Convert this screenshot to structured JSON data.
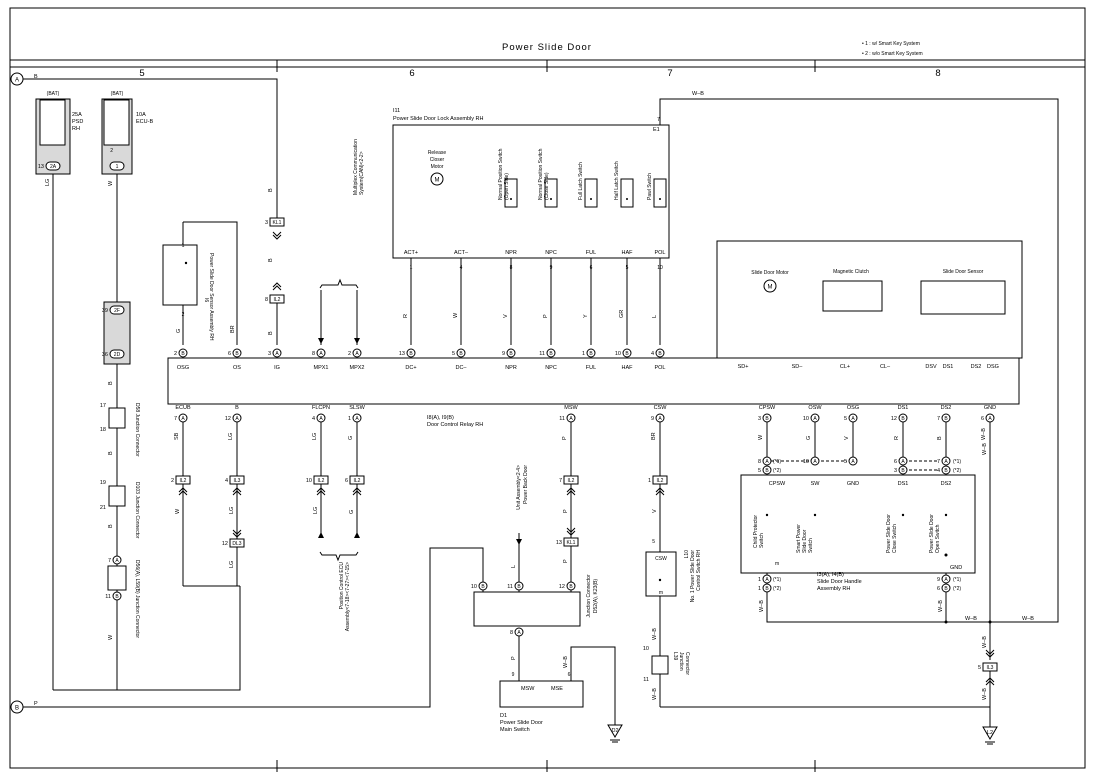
{
  "title": "Power Slide Door",
  "notes": [
    "• 1 : w/ Smart Key System",
    "• 2 : w/o Smart Key System"
  ],
  "columns": [
    "5",
    "6",
    "7",
    "8"
  ],
  "refs": {
    "a": "A",
    "b": "B",
    "a_wire": "B",
    "b_wire": "P"
  },
  "fuses": [
    {
      "label": "(BAT)",
      "rating": "25A",
      "name1": "PSD",
      "name2": "RH",
      "pin": "13",
      "conn": "2A",
      "wire": "LG"
    },
    {
      "label": "(BAT)",
      "rating": "10A",
      "name1": "ECU-B",
      "name2": "",
      "pin": "2",
      "conn": "1",
      "wire": "W"
    }
  ],
  "sensor": {
    "name": "Power Slide Door Sensor Assembly RH",
    "id": "I6",
    "pins": [
      "1",
      "2"
    ],
    "wires": [
      "G",
      "BR"
    ]
  },
  "kl1": {
    "pin": "3",
    "id": "KL1",
    "wire_top": "B",
    "wire_bot": "B"
  },
  "il2a": {
    "pin": "8",
    "id": "IL2",
    "wire": "B"
  },
  "comm": {
    "label": "Multiplex Communication System(CAN) <2-2>"
  },
  "junc_2f": {
    "top": "39",
    "top_id": "2F",
    "bot": "36",
    "bot_id": "2D"
  },
  "lock": {
    "id": "I11",
    "name": "Power Slide Door Lock Assembly RH",
    "e1_pin": "7",
    "e1": "E1",
    "motor": "Release Closer Motor",
    "switches": [
      "Normal Position Switch (Open Side)",
      "Normal Position Switch (Close Side)",
      "Full Latch Switch",
      "Half Latch Switch",
      "Pawl Switch"
    ],
    "pins": [
      {
        "name": "ACT+",
        "pin": "1",
        "wire": "R"
      },
      {
        "name": "ACT–",
        "pin": "4",
        "wire": "W"
      },
      {
        "name": "NPR",
        "pin": "8",
        "wire": "V"
      },
      {
        "name": "NPC",
        "pin": "9",
        "wire": "P"
      },
      {
        "name": "FUL",
        "pin": "6",
        "wire": "Y"
      },
      {
        "name": "HAF",
        "pin": "5",
        "wire": "GR"
      },
      {
        "name": "POL",
        "pin": "10",
        "wire": "L"
      }
    ]
  },
  "motor_box": {
    "motor": "Slide Door Motor",
    "clutch": "Magnetic Clutch",
    "sensor": "Slide Door Sensor",
    "terms": [
      "SD+",
      "SD–",
      "CL+",
      "CL–",
      "DSV",
      "DS1",
      "DS2",
      "DSG"
    ]
  },
  "relay": {
    "name1": "I8(A), I9(B)",
    "name2": "Door Control Relay RH",
    "top_pins": [
      {
        "pin": "2",
        "c": "B",
        "name": "OSG"
      },
      {
        "pin": "6",
        "c": "B",
        "name": "OS"
      },
      {
        "pin": "3",
        "c": "A",
        "name": "IG"
      },
      {
        "pin": "8",
        "c": "A",
        "name": "MPX1"
      },
      {
        "pin": "2",
        "c": "A",
        "name": "MPX2"
      },
      {
        "pin": "13",
        "c": "B",
        "name": "DC+"
      },
      {
        "pin": "5",
        "c": "B",
        "name": "DC–"
      },
      {
        "pin": "9",
        "c": "B",
        "name": "NPR"
      },
      {
        "pin": "11",
        "c": "B",
        "name": "NPC"
      },
      {
        "pin": "1",
        "c": "B",
        "name": "FUL"
      },
      {
        "pin": "10",
        "c": "B",
        "name": "HAF"
      },
      {
        "pin": "4",
        "c": "B",
        "name": "POL"
      }
    ],
    "bottom_pins": [
      {
        "pin": "7",
        "c": "A",
        "name": "ECUB",
        "wire": "SB"
      },
      {
        "pin": "12",
        "c": "A",
        "name": "B",
        "wire": "LG"
      },
      {
        "pin": "4",
        "c": "A",
        "name": "FLCPN",
        "wire": "LG"
      },
      {
        "pin": "1",
        "c": "A",
        "name": "SLSW",
        "wire": "G"
      },
      {
        "pin": "11",
        "c": "A",
        "name": "MSW",
        "wire": "P"
      },
      {
        "pin": "9",
        "c": "A",
        "name": "CSW",
        "wire": "BR"
      },
      {
        "pin": "3",
        "c": "B",
        "name": "CPSW",
        "wire": "W"
      },
      {
        "pin": "10",
        "c": "A",
        "name": "OSW",
        "wire": "G"
      },
      {
        "pin": "5",
        "c": "A",
        "name": "OSG",
        "wire": "V"
      },
      {
        "pin": "12",
        "c": "B",
        "name": "DS1",
        "wire": "R"
      },
      {
        "pin": "7",
        "c": "B",
        "name": "DS2",
        "wire": "B"
      },
      {
        "pin": "6",
        "c": "A",
        "name": "GND",
        "wire": "W–B"
      }
    ]
  },
  "junctions": {
    "d58": {
      "name": "D58 Junction Connector",
      "pin": "17",
      "pin2": "18"
    },
    "d103": {
      "name": "D103 Junction Connector",
      "pin": "19",
      "pin2": "21"
    },
    "d56": {
      "name": "D56(A), L59(B) Junction Connector",
      "pin_a": "7",
      "pin_b": "11"
    },
    "il2b": {
      "pin": "2",
      "id": "IL2",
      "wire": "W"
    },
    "il3": {
      "pin": "4",
      "id": "IL3",
      "wire": "LG"
    },
    "dl3": {
      "pin": "12",
      "id": "DL3",
      "wire": "LG"
    },
    "il2c": {
      "pin": "10",
      "id": "IL2",
      "wire": "LG"
    },
    "il2d": {
      "pin": "6",
      "id": "IL2",
      "wire": "G"
    },
    "il2e": {
      "pin": "7",
      "id": "IL2",
      "wire": "P"
    },
    "kl1b": {
      "pin": "13",
      "id": "KL1",
      "wire": "P"
    },
    "il2f": {
      "pin": "1",
      "id": "IL2",
      "wire": "V"
    },
    "l39": {
      "name": "L39 Junction Connector",
      "pin": "10",
      "pin2": "11",
      "wire": "W–B"
    },
    "il3b": {
      "pin": "5",
      "id": "IL3",
      "wire": "W–B"
    }
  },
  "pos_ecu": {
    "label": "Position Control ECU Assembly<7-18><7-27><7-15>"
  },
  "back_door": {
    "label": "Power Back Door Unit Assembly<2-4>",
    "wire": "L"
  },
  "d52": {
    "name": "D52(A), K23(B) Junction Connector",
    "pins": [
      "10",
      "11",
      "12"
    ],
    "conn": "B",
    "bot_pin": "8",
    "bot_conn": "A",
    "wire": "P"
  },
  "main_sw": {
    "id": "D1",
    "name": "Power Slide Door Main Switch",
    "terms": [
      "MSW",
      "MSE"
    ],
    "pins": [
      "9",
      "6"
    ],
    "wires": [
      "P",
      "W–B"
    ],
    "ground": "D2"
  },
  "l10": {
    "id": "L10",
    "name": "No. 1 Power Slide Door Control Switch RH",
    "pin": "5",
    "term": "CSW",
    "wire_top": "V",
    "wire_bot": "W–B",
    "m": "m"
  },
  "handle": {
    "name1": "I3(A), I4(B)",
    "name2": "Slide Door Handle Assembly RH",
    "terms": [
      "CPSW",
      "SW",
      "GND",
      "DS1",
      "DS2"
    ],
    "switches": [
      "Child Protector Switch",
      "Smart Power Slide Door Switch",
      "Power Slide Door Close Switch",
      "Power Slide Door Open Switch"
    ],
    "left_pins": [
      {
        "pin": "8",
        "c": "A",
        "tag": "(*1)"
      },
      {
        "pin": "5",
        "c": "B",
        "tag": "(*2)"
      }
    ],
    "right_pins": [
      {
        "pin": "7",
        "c": "A",
        "tag": "(*1)"
      },
      {
        "pin": "4",
        "c": "B",
        "tag": "(*2)"
      }
    ],
    "mid_pins": [
      {
        "pin": "10",
        "c": "A"
      },
      {
        "pin": "5",
        "c": "A"
      },
      {
        "pin": "6",
        "c": "A"
      },
      {
        "pin": "3",
        "c": "B"
      }
    ],
    "bot_left": [
      {
        "pin": "1",
        "c": "A",
        "tag": "(*1)"
      },
      {
        "pin": "1",
        "c": "B",
        "tag": "(*2)"
      }
    ],
    "bot_right": [
      {
        "pin": "9",
        "c": "A",
        "tag": "(*1)"
      },
      {
        "pin": "6",
        "c": "B",
        "tag": "(*2)"
      }
    ],
    "m": "m",
    "gnd": "GND"
  },
  "gnd": {
    "id": "L2",
    "wire": "W–B",
    "wire2": "W–B",
    "top_wire": "W–B"
  }
}
